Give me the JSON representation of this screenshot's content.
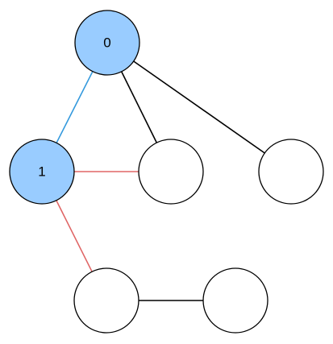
{
  "colors": {
    "highlight_fill": "#99ccff",
    "plain_fill": "#ffffff",
    "outline": "#000000",
    "edge_blue": "#3399dd",
    "edge_red": "#e06666",
    "edge_black": "#000000"
  },
  "nodes": [
    {
      "id": "n0",
      "label": "0",
      "highlighted": true
    },
    {
      "id": "n1",
      "label": "1",
      "highlighted": true
    },
    {
      "id": "n2",
      "label": "",
      "highlighted": false
    },
    {
      "id": "n3",
      "label": "",
      "highlighted": false
    },
    {
      "id": "n4",
      "label": "",
      "highlighted": false
    },
    {
      "id": "n5",
      "label": "",
      "highlighted": false
    }
  ],
  "edges": [
    {
      "from": "n0",
      "to": "n1",
      "color": "edge_blue"
    },
    {
      "from": "n0",
      "to": "n2",
      "color": "edge_black"
    },
    {
      "from": "n0",
      "to": "n3",
      "color": "edge_black"
    },
    {
      "from": "n1",
      "to": "n2",
      "color": "edge_red"
    },
    {
      "from": "n1",
      "to": "n4",
      "color": "edge_red"
    },
    {
      "from": "n4",
      "to": "n5",
      "color": "edge_black"
    }
  ]
}
